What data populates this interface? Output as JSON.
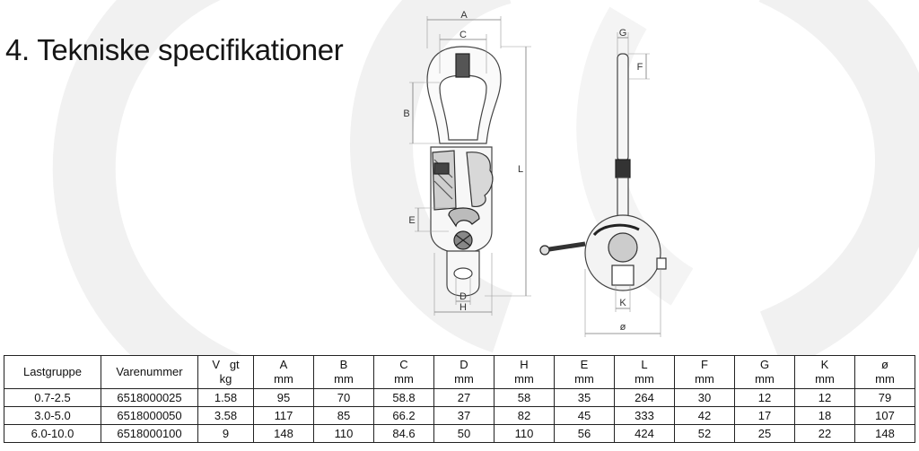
{
  "page": {
    "title": "4. Tekniske specifikationer"
  },
  "drawing": {
    "left_view_labels": [
      "A",
      "C",
      "B",
      "L",
      "E",
      "D",
      "H"
    ],
    "right_view_labels": [
      "G",
      "F",
      "K",
      "ø"
    ]
  },
  "table": {
    "headers": [
      {
        "top": "Lastgruppe",
        "bottom": ""
      },
      {
        "top": "Varenummer",
        "bottom": ""
      },
      {
        "top": "V   gt",
        "bottom": "kg"
      },
      {
        "top": "A",
        "bottom": "mm"
      },
      {
        "top": "B",
        "bottom": "mm"
      },
      {
        "top": "C",
        "bottom": "mm"
      },
      {
        "top": "D",
        "bottom": "mm"
      },
      {
        "top": "H",
        "bottom": "mm"
      },
      {
        "top": "E",
        "bottom": "mm"
      },
      {
        "top": "L",
        "bottom": "mm"
      },
      {
        "top": "F",
        "bottom": "mm"
      },
      {
        "top": "G",
        "bottom": "mm"
      },
      {
        "top": "K",
        "bottom": "mm"
      },
      {
        "top": "ø",
        "bottom": "mm"
      }
    ],
    "rows": [
      [
        "0.7-2.5",
        "6518000025",
        "1.58",
        "95",
        "70",
        "58.8",
        "27",
        "58",
        "35",
        "264",
        "30",
        "12",
        "12",
        "79"
      ],
      [
        "3.0-5.0",
        "6518000050",
        "3.58",
        "117",
        "85",
        "66.2",
        "37",
        "82",
        "45",
        "333",
        "42",
        "17",
        "18",
        "107"
      ],
      [
        "6.0-10.0",
        "6518000100",
        "9",
        "148",
        "110",
        "84.6",
        "50",
        "110",
        "56",
        "424",
        "52",
        "25",
        "22",
        "148"
      ]
    ]
  }
}
